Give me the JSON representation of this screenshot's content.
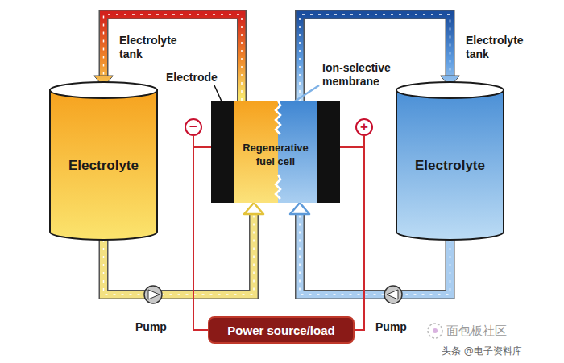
{
  "diagram": {
    "nodes": [
      {
        "text": [
          "Electrolyte"
        ]
      },
      {
        "text": [
          "Regenerative fuel cell"
        ]
      },
      {
        "text": [
          "Electrolyte"
        ]
      },
      {
        "text": [
          "Power source/load"
        ]
      }
    ],
    "edges": [
      {
        "from": 0,
        "to": 1,
        "arrow": "to"
      },
      {
        "from": 1,
        "to": 0,
        "arrow": "to"
      },
      {
        "from": 2,
        "to": 1,
        "arrow": "to"
      },
      {
        "from": 1,
        "to": 2,
        "arrow": "to"
      },
      {
        "from": 1,
        "to": 3,
        "arrow": "none"
      },
      {
        "from": 1,
        "to": 3,
        "arrow": "none"
      }
    ],
    "labels": [
      "Electrolyte tank",
      "Electrolyte tank",
      "Electrode",
      "Ion-selective membrane",
      "−",
      "+",
      "Pump",
      "Pump",
      "面包板社区",
      "头条 @电子资料库"
    ]
  }
}
